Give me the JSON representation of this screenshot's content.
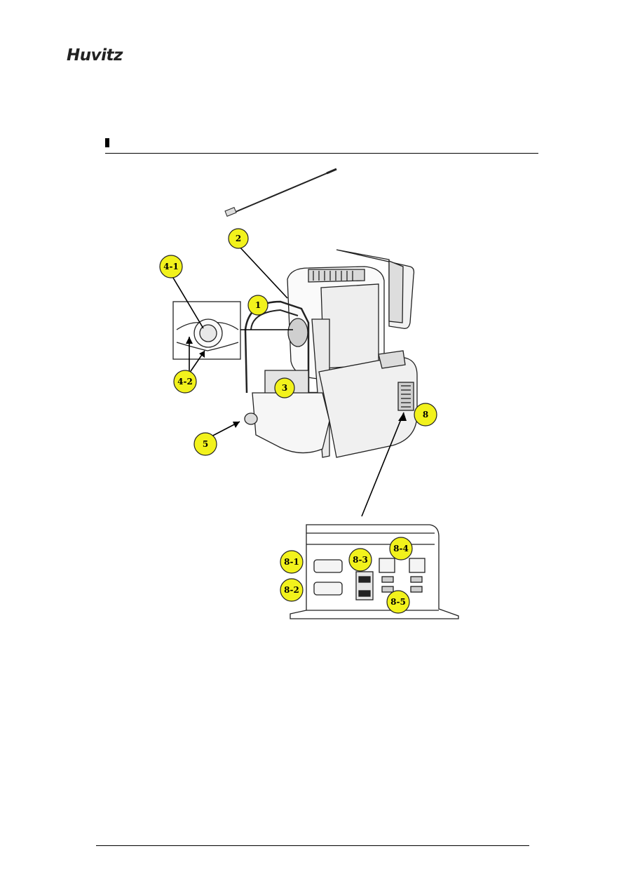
{
  "header": {
    "logo_text": "Huvitz"
  },
  "callouts": {
    "c1": "1",
    "c2": "2",
    "c3": "3",
    "c4_1": "4-1",
    "c4_2": "4-2",
    "c5": "5",
    "c8": "8",
    "c8_1": "8-1",
    "c8_2": "8-2",
    "c8_3": "8-3",
    "c8_4": "8-4",
    "c8_5": "8-5"
  },
  "colors": {
    "callout_fill": "#f2f21c",
    "line": "#000000"
  }
}
